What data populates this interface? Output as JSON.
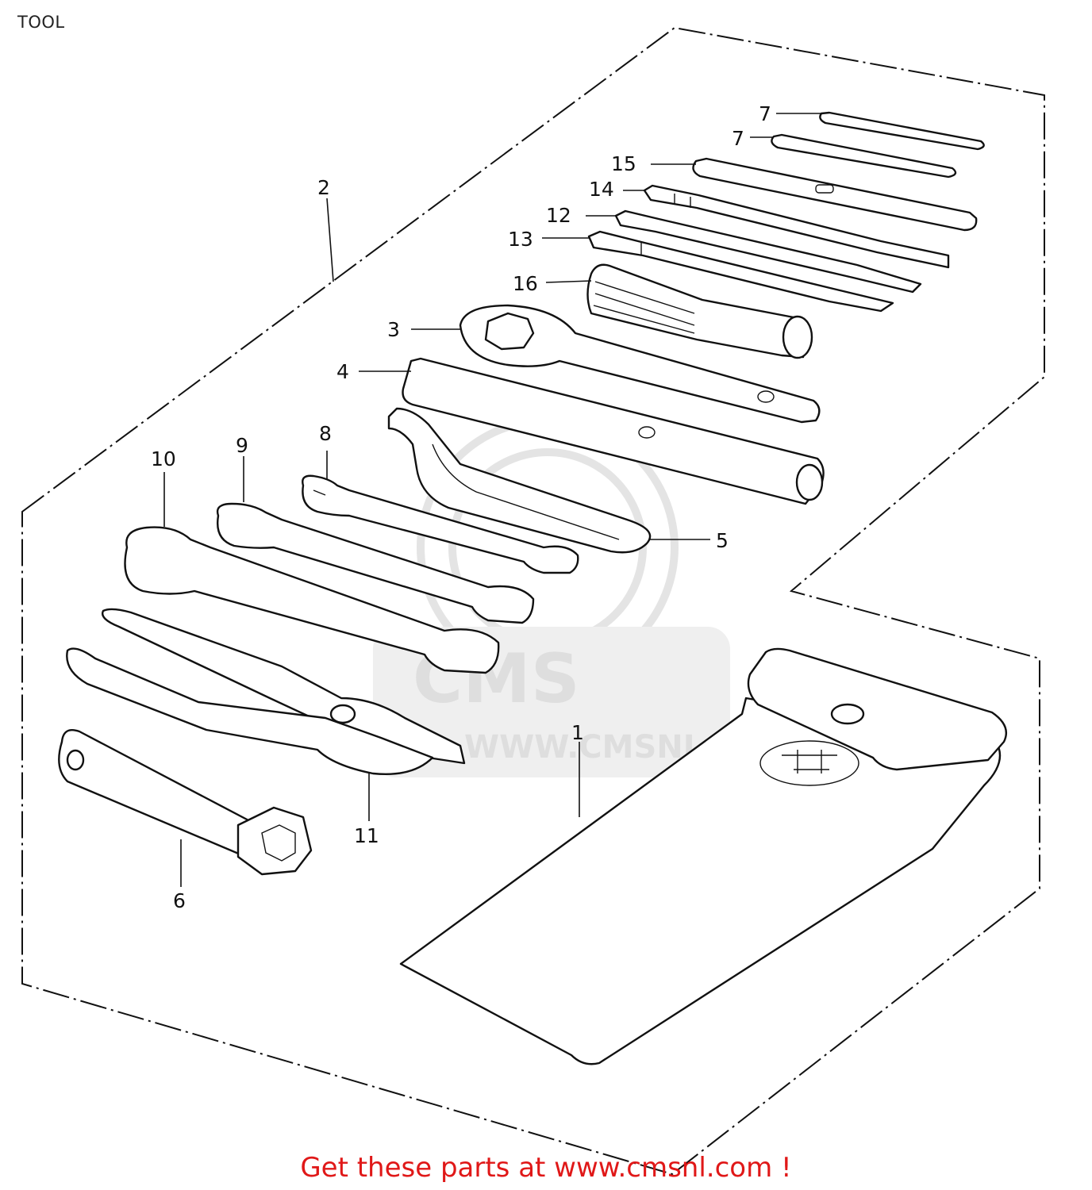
{
  "title": "TOOL",
  "footer": "Get these parts at www.cmsnl.com !",
  "watermark": {
    "brand": "CMS",
    "url": "WWW.CMSNL.COM"
  },
  "callouts": {
    "c1": "1",
    "c2": "2",
    "c3": "3",
    "c4": "4",
    "c5": "5",
    "c6": "6",
    "c7a": "7",
    "c7b": "7",
    "c8": "8",
    "c9": "9",
    "c10": "10",
    "c11": "11",
    "c12": "12",
    "c13": "13",
    "c14": "14",
    "c15": "15",
    "c16": "16"
  },
  "colors": {
    "footer": "#e01818",
    "line": "#111111",
    "watermark": "#dedede"
  }
}
